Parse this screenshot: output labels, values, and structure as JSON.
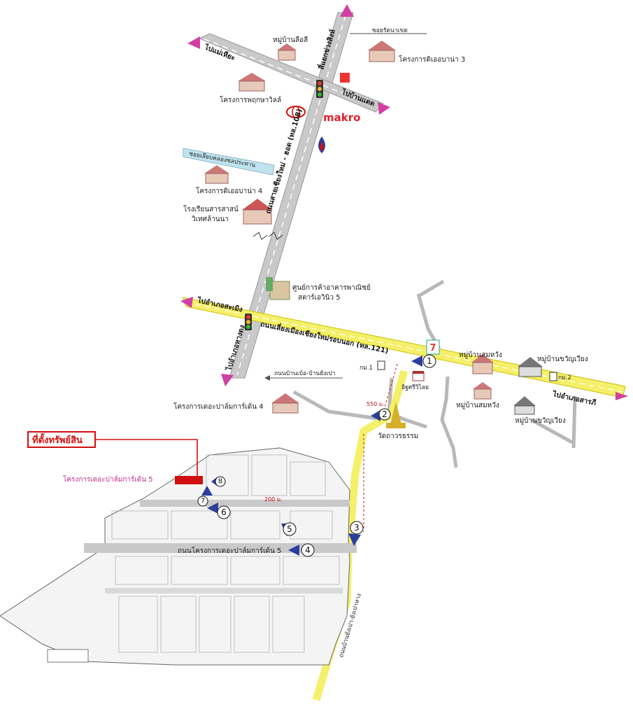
{
  "roads": {
    "north_road": "ถนนสายเชียงใหม่ - ฮอด (ทล.108)",
    "junction_label": "สี่แยกข่วงสิงห์",
    "to_mae_hia": "ไปแม่เหียะ",
    "to_ban_daet": "ไปบ้านแดด",
    "soi_rattanakhet": "ซอยรัตนาเขต",
    "canal_soi": "ซอยเลียบคลองชลประทาน",
    "to_amphoe_saraphi": "ไปอำเภอสารภี",
    "to_amphoe_sanpatong": "ไปอำเภอสะเมิง",
    "to_amphoe_hangdong": "ไปอำเภอหางดง",
    "ring_road": "ถนนเลี่ยงเมืองเชียงใหม่รอบนอก (ทล.121)",
    "ban_road": "ถนนบ้านเบ้อ-บ้านยังเปา",
    "project_road": "ถนนโครงการเดอะปาล์มการ์เด้น 5",
    "local_road": "ถนนบ้านยังเปา-ยังเปาหาง"
  },
  "places": {
    "village_lue_li": "หมู่บ้านลือลี",
    "dio_project_3": "โครงการดิเออบาน่า 3",
    "pruksa_project": "โครงการพฤกษาวิลล์",
    "makro": "makro",
    "dio_project_4": "โครงการดิเออบาน่า 4",
    "school_line1": "โรงเรียนสารสาสน์",
    "school_line2": "วิเทศล้านนา",
    "commercial_line1": "ศูนย์การค้าอาคารพาณิชย์",
    "commercial_line2": "สตาร์เอวินิว 5",
    "village_somwang_1": "หมู่บ้านสมหวัง",
    "village_somwang_2": "หมู่บ้านสมหวัง",
    "village_khwan_1": "หมู่บ้านขวัญเวียง",
    "village_khwan_2": "หมู่บ้านขวัญเวียง",
    "km1": "กม.1",
    "km2": "กม.2",
    "shop": "อิฐศรีวิไลย",
    "temple": "วัดถาวรธรรม",
    "palm_garden_4": "โครงการเดอะปาล์มการ์เด้น 4",
    "palm_garden_5": "โครงการเดอะปาล์มการ์เด้น 5",
    "seven_eleven": "7"
  },
  "annotations": {
    "property_location": "ที่ตั้งทรัพย์สิน",
    "distance_550": "550 ม.",
    "distance_200": "200 ม."
  },
  "route_markers": [
    "1",
    "2",
    "3",
    "4",
    "5",
    "6",
    "7",
    "8"
  ],
  "colors": {
    "route_yellow": "#f5f06a",
    "road_gray": "#c9c9c9",
    "arrow_magenta": "#d23fa3",
    "marker_blue": "#2c3e9c",
    "property_red": "#d01010"
  }
}
